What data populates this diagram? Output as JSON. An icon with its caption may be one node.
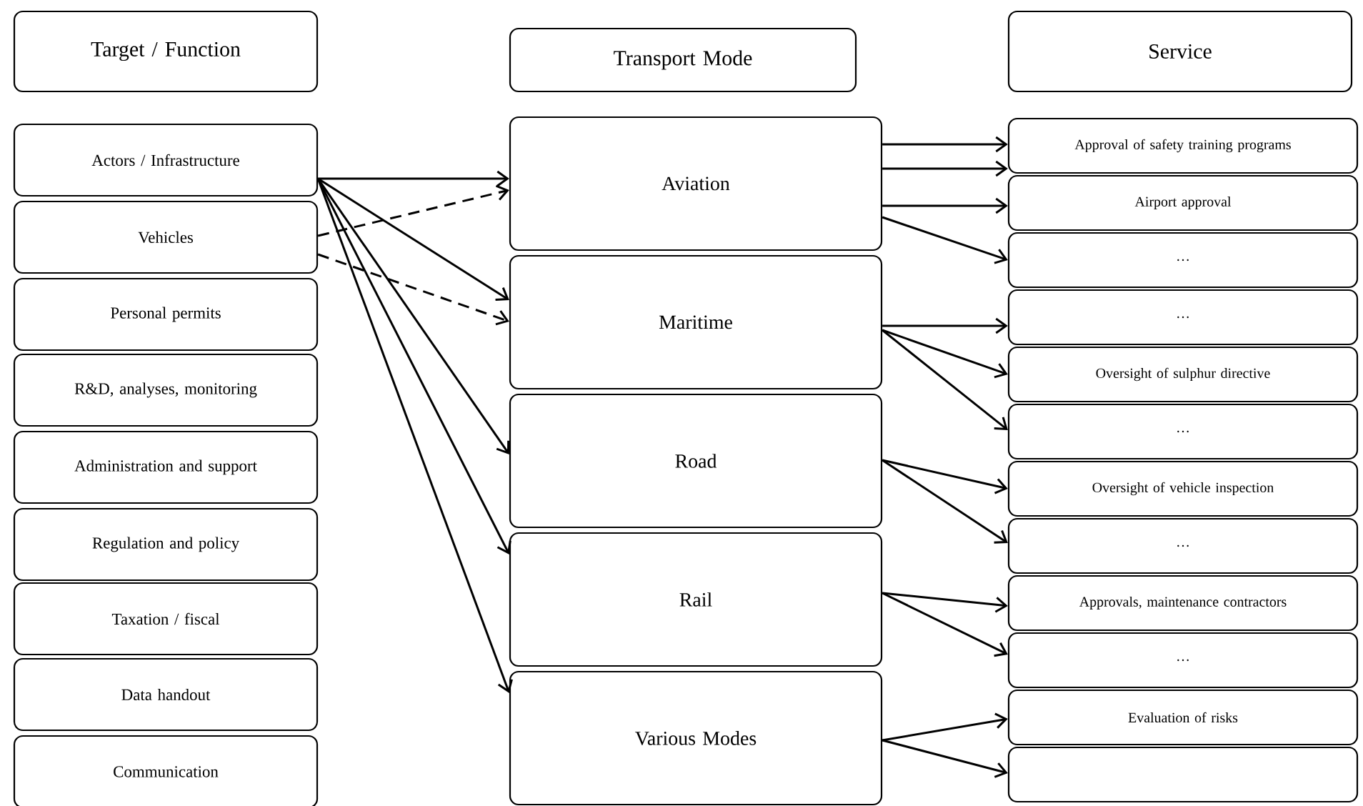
{
  "diagram": {
    "nodes": [
      {
        "text": [
          "Target / Function"
        ]
      },
      {
        "text": [
          "Transport Mode"
        ]
      },
      {
        "text": [
          "Service"
        ]
      },
      {
        "text": [
          "Actors / Infrastructure"
        ]
      },
      {
        "text": [
          "Vehicles"
        ]
      },
      {
        "text": [
          "Personal permits"
        ]
      },
      {
        "text": [
          "R&D, analyses, monitoring"
        ]
      },
      {
        "text": [
          "Administration and support"
        ]
      },
      {
        "text": [
          "Regulation and policy"
        ]
      },
      {
        "text": [
          "Taxation / fiscal"
        ]
      },
      {
        "text": [
          "Data handout"
        ]
      },
      {
        "text": [
          "Communication"
        ]
      },
      {
        "text": [
          "Aviation"
        ]
      },
      {
        "text": [
          "Maritime"
        ]
      },
      {
        "text": [
          "Road"
        ]
      },
      {
        "text": [
          "Rail"
        ]
      },
      {
        "text": [
          "Various Modes"
        ]
      },
      {
        "text": [
          "Approval of safety training programs"
        ]
      },
      {
        "text": [
          "Airport approval"
        ]
      },
      {
        "text": [
          "…"
        ]
      },
      {
        "text": [
          "…"
        ]
      },
      {
        "text": [
          "Oversight of sulphur directive"
        ]
      },
      {
        "text": [
          "…"
        ]
      },
      {
        "text": [
          "Oversight of vehicle inspection"
        ]
      },
      {
        "text": [
          "…"
        ]
      },
      {
        "text": [
          "Approvals, maintenance contractors"
        ]
      },
      {
        "text": [
          "…"
        ]
      },
      {
        "text": [
          "Evaluation of risks"
        ]
      },
      {
        "text": [],
        "shape": "box"
      }
    ],
    "edges": [
      {
        "from": 3,
        "to": 12,
        "arrow": "to"
      },
      {
        "from": 4,
        "to": 12,
        "arrow": "to",
        "style": "dashed"
      },
      {
        "from": 3,
        "to": 13,
        "arrow": "to"
      },
      {
        "from": 4,
        "to": 13,
        "arrow": "to",
        "style": "dashed"
      },
      {
        "from": 3,
        "to": 14,
        "arrow": "to"
      },
      {
        "from": 3,
        "to": 15,
        "arrow": "to"
      },
      {
        "from": 3,
        "to": 16,
        "arrow": "to"
      },
      {
        "from": 12,
        "to": 17,
        "arrow": "to"
      },
      {
        "from": 12,
        "to": 17,
        "arrow": "to"
      },
      {
        "from": 12,
        "to": 18,
        "arrow": "to"
      },
      {
        "from": 12,
        "to": 19,
        "arrow": "to"
      },
      {
        "from": 13,
        "to": 20,
        "arrow": "to"
      },
      {
        "from": 13,
        "to": 21,
        "arrow": "to"
      },
      {
        "from": 13,
        "to": 22,
        "arrow": "to"
      },
      {
        "from": 14,
        "to": 23,
        "arrow": "to"
      },
      {
        "from": 14,
        "to": 24,
        "arrow": "to"
      },
      {
        "from": 15,
        "to": 25,
        "arrow": "to"
      },
      {
        "from": 15,
        "to": 26,
        "arrow": "to"
      },
      {
        "from": 16,
        "to": 27,
        "arrow": "to"
      },
      {
        "from": 16,
        "to": 28,
        "arrow": "to"
      }
    ]
  }
}
